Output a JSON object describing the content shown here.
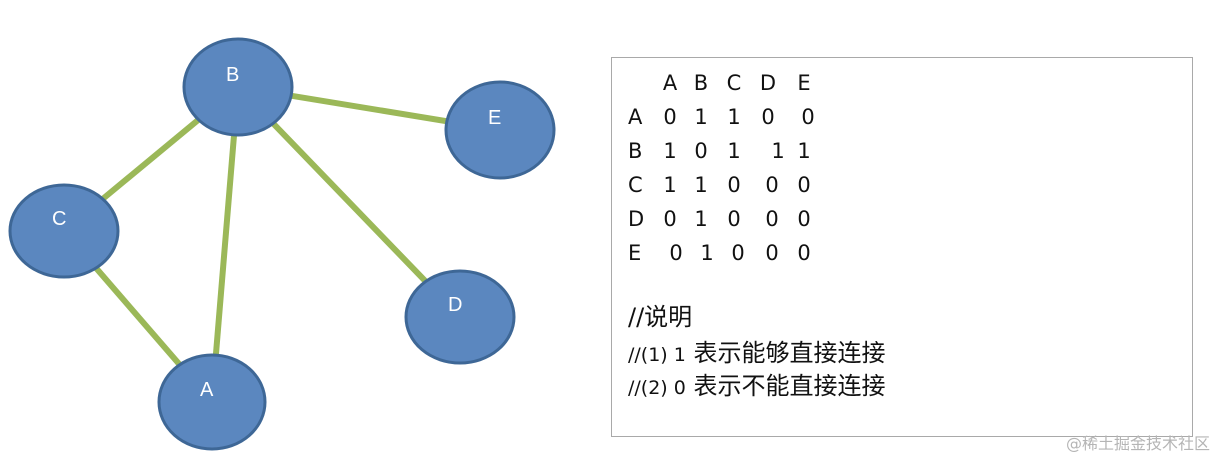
{
  "graph": {
    "nodes": [
      {
        "id": "A",
        "label": "A"
      },
      {
        "id": "B",
        "label": "B"
      },
      {
        "id": "C",
        "label": "C"
      },
      {
        "id": "D",
        "label": "D"
      },
      {
        "id": "E",
        "label": "E"
      }
    ],
    "edges": [
      {
        "from": "B",
        "to": "C"
      },
      {
        "from": "B",
        "to": "A"
      },
      {
        "from": "B",
        "to": "D"
      },
      {
        "from": "B",
        "to": "E"
      },
      {
        "from": "C",
        "to": "A"
      }
    ],
    "colors": {
      "node_fill": "#5b87bf",
      "node_stroke": "#3e6796",
      "edge": "#9bb858"
    }
  },
  "matrix": {
    "columns": [
      "A",
      "B",
      "C",
      "D",
      "E"
    ],
    "rows": [
      {
        "label": "A",
        "values": [
          "0",
          "1",
          "1",
          "0",
          "0"
        ]
      },
      {
        "label": "B",
        "values": [
          "1",
          "0",
          "1",
          "1",
          "1"
        ]
      },
      {
        "label": "C",
        "values": [
          "1",
          "1",
          "0",
          "0",
          "0"
        ]
      },
      {
        "label": "D",
        "values": [
          "0",
          "1",
          "0",
          "0",
          "0"
        ]
      },
      {
        "label": "E",
        "values": [
          "0",
          "1",
          "0",
          "0",
          "0"
        ]
      }
    ]
  },
  "notes": {
    "title": "//说明",
    "line1_prefix": "//(1) 1",
    "line1_text": " 表示能够直接连接",
    "line2_prefix": "//(2) 0",
    "line2_text": " 表示不能直接连接"
  },
  "watermark": "@稀土掘金技术社区"
}
